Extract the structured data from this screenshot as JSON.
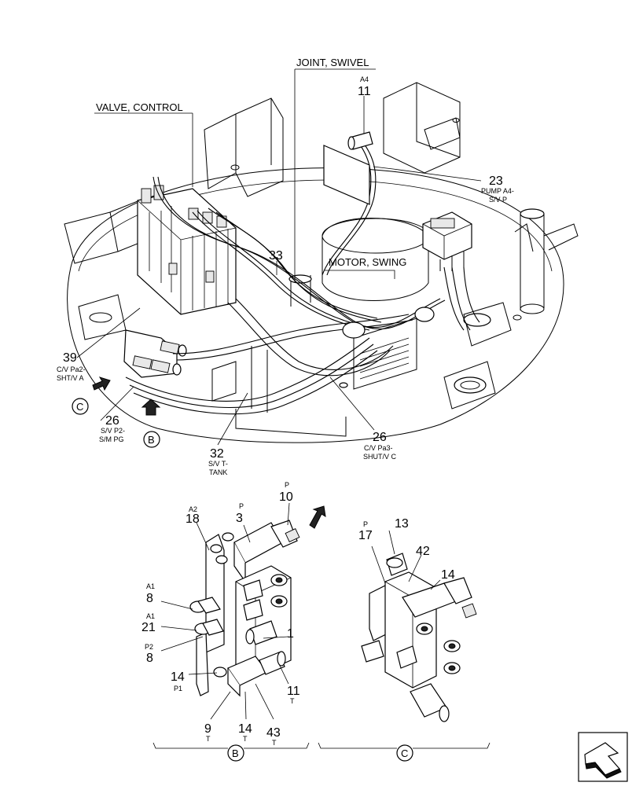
{
  "labels": {
    "joint_swivel": "JOINT, SWIVEL",
    "valve_control": "VALVE, CONTROL",
    "motor_swing": "MOTOR, SWING",
    "c11_super": "A4",
    "c11_num": "11",
    "c23_num": "23",
    "c23_l1": "PUMP A4-",
    "c23_l2": "S/V P",
    "c33_num": "33",
    "c39_num": "39",
    "c39_l1": "C/V Pa2-",
    "c39_l2": "SHT/V A",
    "c26a_num": "26",
    "c26a_l1": "S/V P2-",
    "c26a_l2": "S/M PG",
    "c26b_num": "26",
    "c26b_l1": "C/V Pa3-",
    "c26b_l2": "SHUT/V C",
    "c32_num": "32",
    "c32_l1": "S/V T-",
    "c32_l2": "TANK",
    "view_c_top": "C",
    "view_b_top": "B",
    "b_10_super": "P",
    "b_10_num": "10",
    "b_3_super": "P",
    "b_3_num": "3",
    "b_18_super": "A2",
    "b_18_num": "18",
    "b_8a_super": "A1",
    "b_8a_num": "8",
    "b_21_super": "A1",
    "b_21_num": "21",
    "b_8b_super": "P2",
    "b_8b_num": "8",
    "b_1_num": "1",
    "b_14a_num": "14",
    "b_14a_sub": "P1",
    "b_11_num": "11",
    "b_11_sub": "T",
    "b_9_num": "9",
    "b_9_sub": "T",
    "b_14b_num": "14",
    "b_14b_sub": "T",
    "b_43_num": "43",
    "b_43_sub": "T",
    "c_13_num": "13",
    "c_17_super": "P",
    "c_17_num": "17",
    "c_42_num": "42",
    "c_14_num": "14",
    "view_b_bottom": "B",
    "view_c_bottom": "C"
  }
}
